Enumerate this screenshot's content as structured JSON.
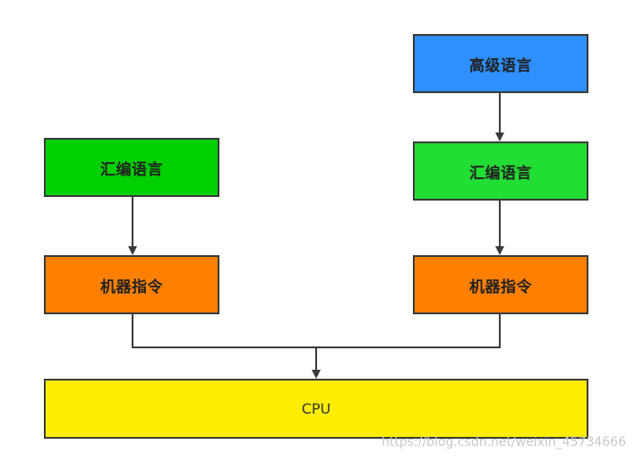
{
  "diagram": {
    "nodes": {
      "high_level_right": {
        "label": "高级语言",
        "color": "#2e8fff"
      },
      "assembly_right": {
        "label": "汇编语言",
        "color": "#22dd33"
      },
      "machine_right": {
        "label": "机器指令",
        "color": "#ff8000"
      },
      "assembly_left": {
        "label": "汇编语言",
        "color": "#00d000"
      },
      "machine_left": {
        "label": "机器指令",
        "color": "#ff8000"
      },
      "cpu": {
        "label": "CPU",
        "color": "#ffee00"
      }
    },
    "edges": [
      {
        "from": "high_level_right",
        "to": "assembly_right"
      },
      {
        "from": "assembly_right",
        "to": "machine_right"
      },
      {
        "from": "assembly_left",
        "to": "machine_left"
      },
      {
        "from": "machine_left",
        "to": "cpu"
      },
      {
        "from": "machine_right",
        "to": "cpu"
      }
    ],
    "line_color": "#3a3a3a"
  },
  "watermark": "https://blog.csdn.net/weixin_45734666"
}
